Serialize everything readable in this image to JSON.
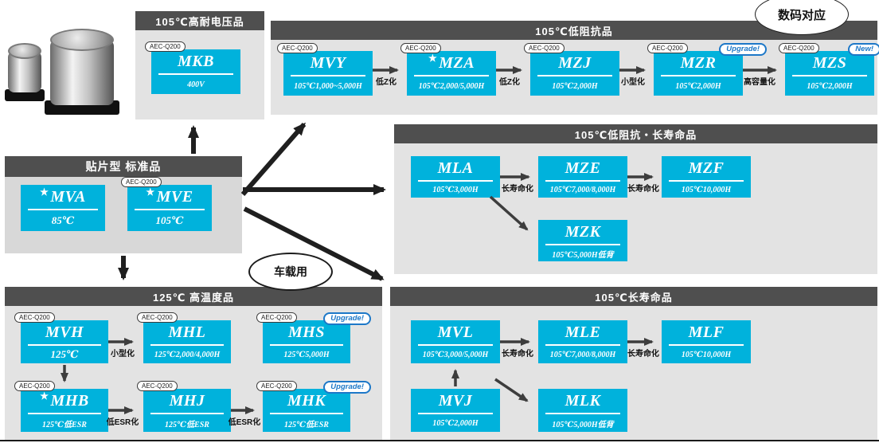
{
  "bubbles": {
    "digital": "数码对应",
    "automotive": "车载用"
  },
  "badges": {
    "aec": "AEC-Q200",
    "upgrade": "Upgrade!",
    "new": "New!",
    "star": "★"
  },
  "arrow_labels": {
    "low_z": "低Z化",
    "miniaturize": "小型化",
    "high_capacity": "高容量化",
    "longer_life": "长寿命化",
    "low_esr": "低ESR化"
  },
  "sections": {
    "high_voltage": {
      "title": "105℃高耐电压品"
    },
    "low_impedance": {
      "title": "105℃低阻抗品"
    },
    "low_impedance_long_life": {
      "title": "105℃低阻抗・长寿命品"
    },
    "standard": {
      "title": "贴片型 标准品"
    },
    "high_temperature": {
      "title": "125℃ 高温度品"
    },
    "long_life": {
      "title": "105℃长寿命品"
    }
  },
  "products": {
    "mkb": {
      "name": "MKB",
      "spec": "400V"
    },
    "mvy": {
      "name": "MVY",
      "spec": "105℃1,000~5,000H"
    },
    "mza": {
      "name": "MZA",
      "spec": "105℃2,000/5,000H"
    },
    "mzj": {
      "name": "MZJ",
      "spec": "105℃2,000H"
    },
    "mzr": {
      "name": "MZR",
      "spec": "105℃2,000H"
    },
    "mzs": {
      "name": "MZS",
      "spec": "105℃2,000H"
    },
    "mla": {
      "name": "MLA",
      "spec": "105℃3,000H"
    },
    "mze": {
      "name": "MZE",
      "spec": "105℃7,000/8,000H"
    },
    "mzf": {
      "name": "MZF",
      "spec": "105℃10,000H"
    },
    "mzk": {
      "name": "MZK",
      "spec": "105℃5,000H低背"
    },
    "mva": {
      "name": "MVA",
      "spec": "85℃"
    },
    "mve": {
      "name": "MVE",
      "spec": "105℃"
    },
    "mvh": {
      "name": "MVH",
      "spec": "125℃"
    },
    "mhl": {
      "name": "MHL",
      "spec": "125℃2,000/4,000H"
    },
    "mhs": {
      "name": "MHS",
      "spec": "125℃5,000H"
    },
    "mhb": {
      "name": "MHB",
      "spec": "125℃低ESR"
    },
    "mhj": {
      "name": "MHJ",
      "spec": "125℃低ESR"
    },
    "mhk": {
      "name": "MHK",
      "spec": "125℃低ESR"
    },
    "mvl": {
      "name": "MVL",
      "spec": "105℃3,000/5,000H"
    },
    "mle": {
      "name": "MLE",
      "spec": "105℃7,000/8,000H"
    },
    "mlf": {
      "name": "MLF",
      "spec": "105℃10,000H"
    },
    "mvj": {
      "name": "MVJ",
      "spec": "105℃2,000H"
    },
    "mlk": {
      "name": "MLK",
      "spec": "105℃5,000H低背"
    }
  }
}
